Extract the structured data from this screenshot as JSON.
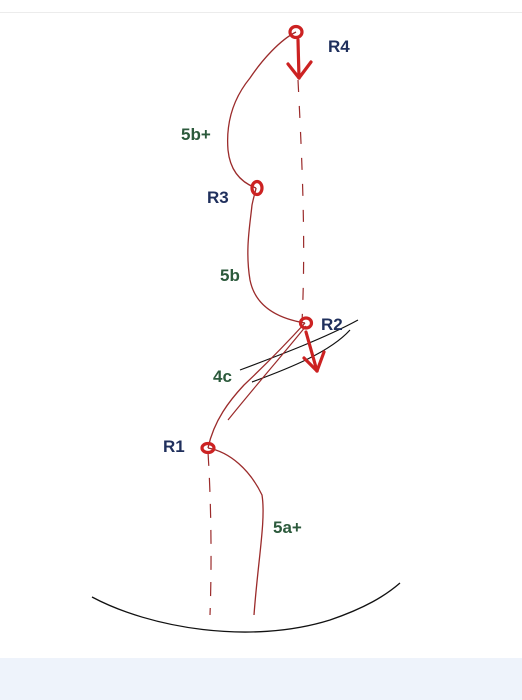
{
  "colors": {
    "route": "#9b2b2b",
    "marker": "#cc2222",
    "grade_text": "#2c5a3c",
    "relay_text": "#1f2f5c",
    "ground": "#111111",
    "footer": "#eef3fb"
  },
  "relays": {
    "r1": "R1",
    "r2": "R2",
    "r3": "R3",
    "r4": "R4"
  },
  "grades": {
    "pitch1": "5a+",
    "pitch2": "4c",
    "pitch3": "5b",
    "pitch4": "5b+"
  }
}
